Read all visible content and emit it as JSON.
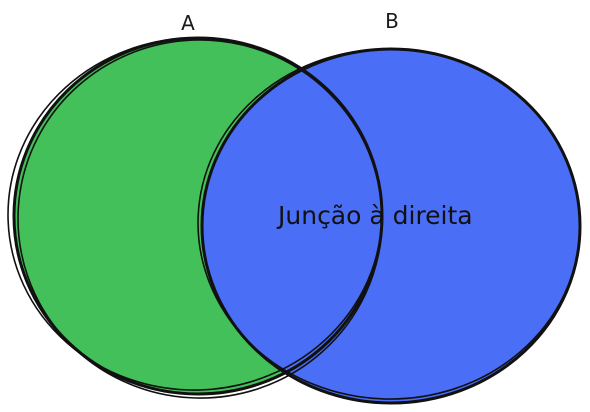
{
  "diagram": {
    "set_a": {
      "label": "A",
      "color": "#44c05a"
    },
    "set_b": {
      "label": "B",
      "color": "#4a6ef5"
    },
    "region_label": "Junção à direita",
    "highlighted_region": "right",
    "outline_color": "#111111"
  }
}
